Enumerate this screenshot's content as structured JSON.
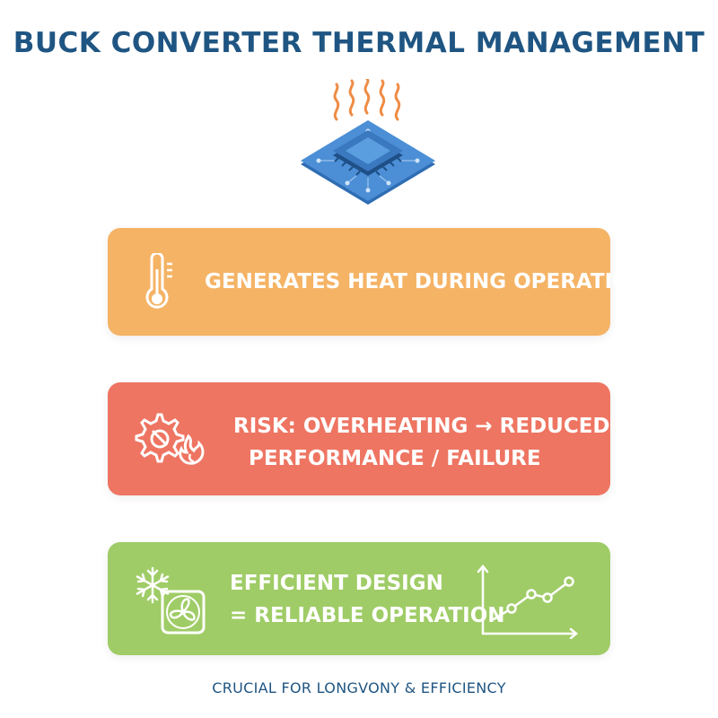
{
  "title": "BUCK CONVERTER THERMAL MANAGEMENT",
  "cards": [
    {
      "lines": [
        "GENERATES HEAT DURING OPERATION"
      ],
      "color": "#f5b365",
      "icon": "thermometer-icon"
    },
    {
      "lines": [
        "RISK: OVERHEATING → REDUCED",
        "PERFORMANCE / FAILURE"
      ],
      "color": "#ee7562",
      "icon": "gear-flame-icon"
    },
    {
      "lines": [
        "EFFICIENT DESIGN",
        "= RELIABLE OPERATION"
      ],
      "color": "#9fcc66",
      "icons": [
        "snowflake-icon",
        "fan-icon",
        "line-chart-icon"
      ]
    }
  ],
  "footer": "CRUCIAL FOR LONGVONY & EFFICIENCY",
  "colors": {
    "title": "#1f5582",
    "chip": "#3f7fc4",
    "heat_waves": "#ef8c45",
    "card_text": "#ffffff"
  }
}
